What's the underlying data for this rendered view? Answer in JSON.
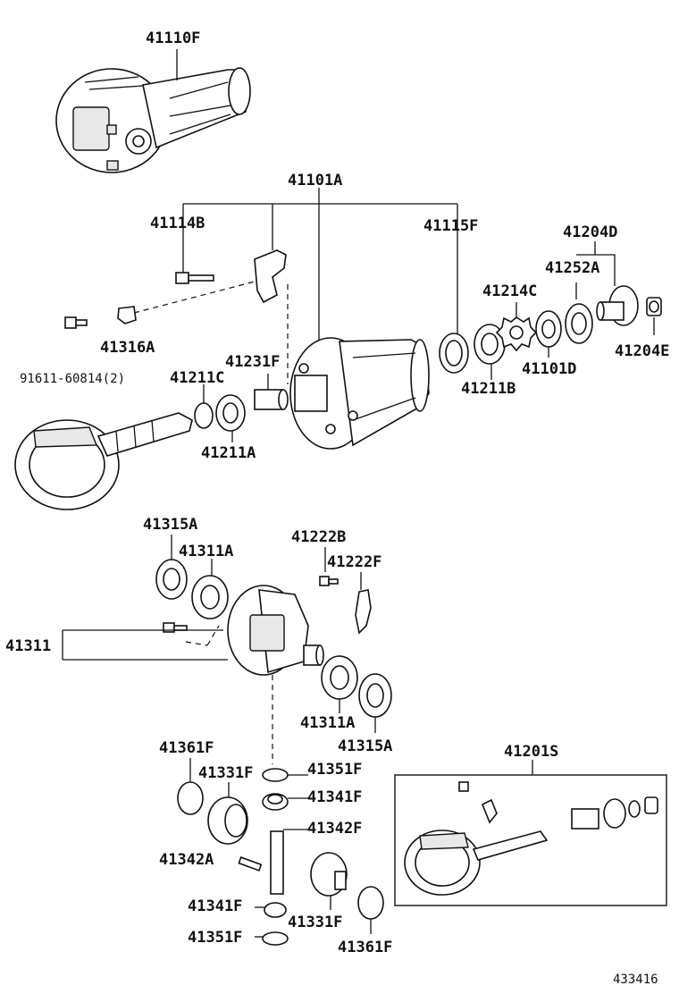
{
  "labels": {
    "p41110F": "41110F",
    "p41101A": "41101A",
    "p41114B": "41114B",
    "p41115F": "41115F",
    "p41204D": "41204D",
    "p41252A": "41252A",
    "p41214C": "41214C",
    "p41204E": "41204E",
    "p41316A": "41316A",
    "p91611": "91611-60814(2)",
    "p41231F": "41231F",
    "p41211C": "41211C",
    "p41211B": "41211B",
    "p41101D": "41101D",
    "p41211A": "41211A",
    "p41315A_top": "41315A",
    "p41311A_top": "41311A",
    "p41222B": "41222B",
    "p41222F": "41222F",
    "p41311": "41311",
    "p41311A_bot": "41311A",
    "p41315A_bot": "41315A",
    "p41361F_top": "41361F",
    "p41331F_top": "41331F",
    "p41351F_top": "41351F",
    "p41341F_top": "41341F",
    "p41342F": "41342F",
    "p41342A": "41342A",
    "p41341F_bot": "41341F",
    "p41331F_bot": "41331F",
    "p41351F_bot": "41351F",
    "p41361F_bot": "41361F",
    "p41201S": "41201S"
  },
  "diagram_id": "433416"
}
